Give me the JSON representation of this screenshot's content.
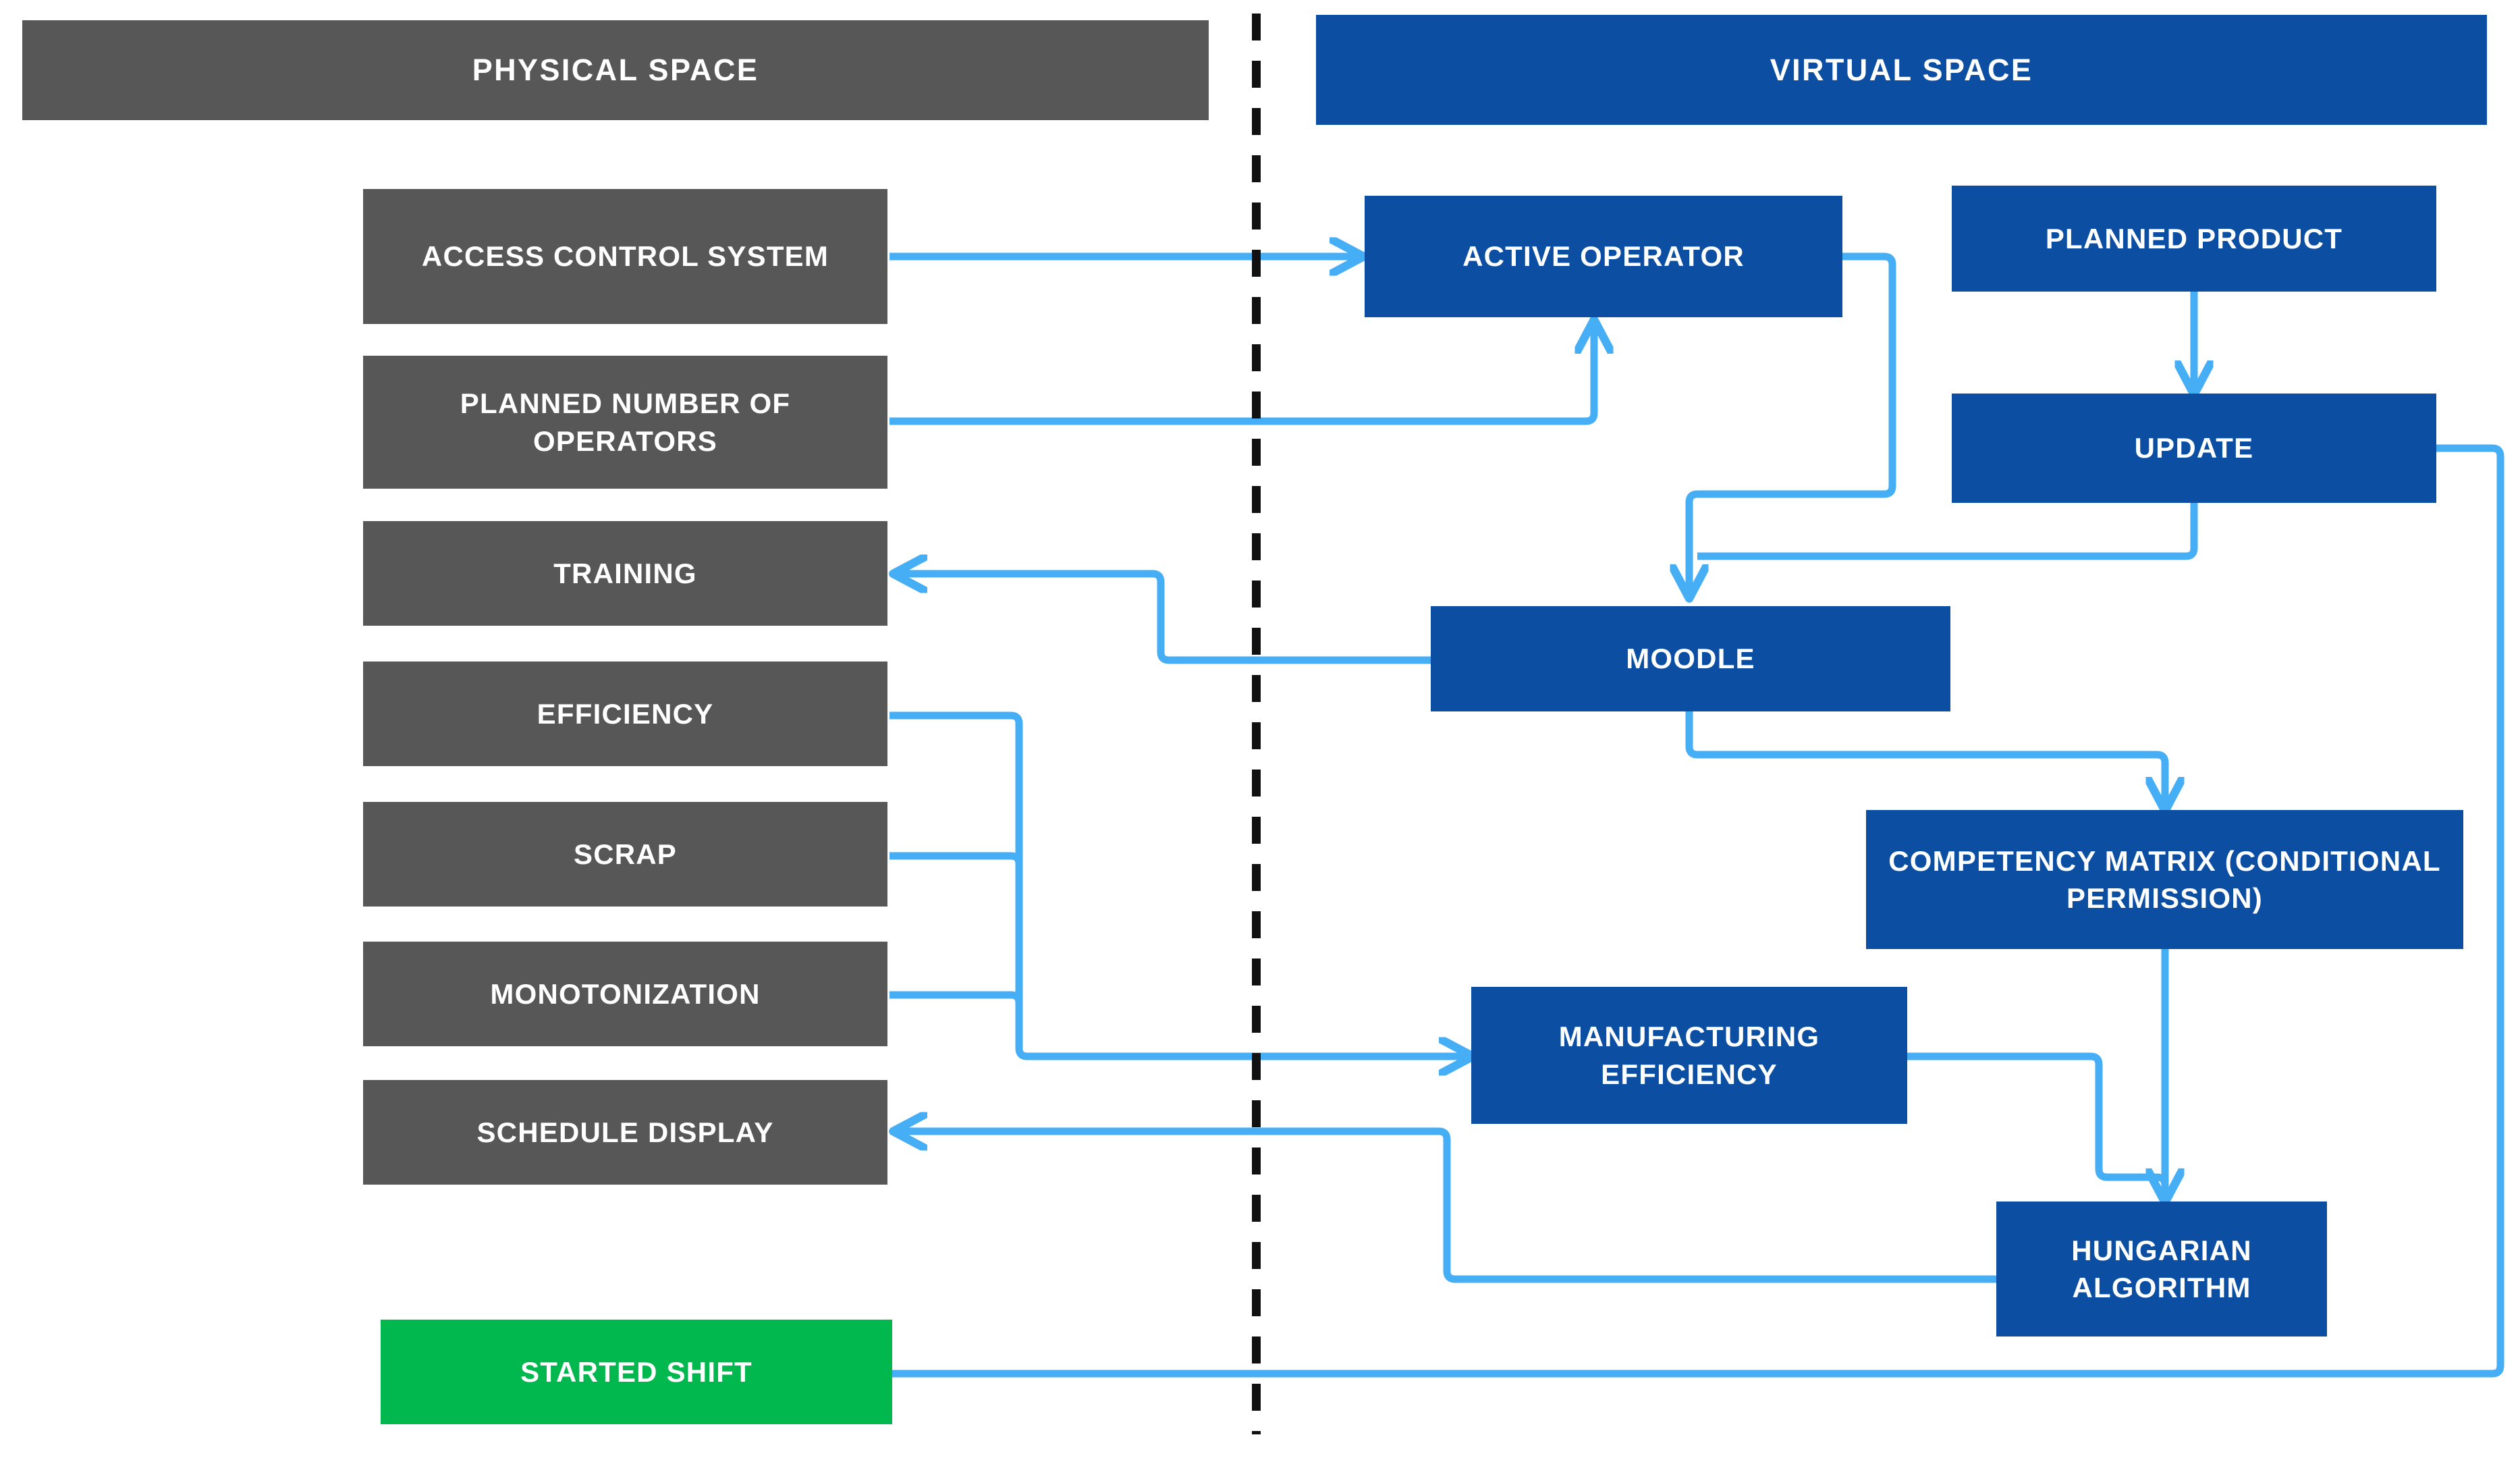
{
  "diagram": {
    "title_physical": "PHYSICAL SPACE",
    "title_virtual": "VIRTUAL SPACE",
    "colors": {
      "physical_fill": "#575757",
      "virtual_fill": "#0B4EA2",
      "started_shift_fill": "#00B84D",
      "connector": "#45AEF5",
      "divider": "#111111",
      "label_text": "#FFFFFF",
      "background": "#FFFFFF"
    },
    "physical_nodes": [
      {
        "id": "access-control-system",
        "label": "ACCESS CONTROL SYSTEM"
      },
      {
        "id": "planned-number-operators",
        "label": "PLANNED NUMBER OF OPERATORS"
      },
      {
        "id": "training",
        "label": "TRAINING"
      },
      {
        "id": "efficiency",
        "label": "EFFICIENCY"
      },
      {
        "id": "scrap",
        "label": "SCRAP"
      },
      {
        "id": "monotonization",
        "label": "MONOTONIZATION"
      },
      {
        "id": "schedule-display",
        "label": "SCHEDULE DISPLAY"
      },
      {
        "id": "started-shift",
        "label": "STARTED SHIFT"
      }
    ],
    "virtual_nodes": [
      {
        "id": "active-operator",
        "label": "ACTIVE OPERATOR"
      },
      {
        "id": "planned-product",
        "label": "PLANNED PRODUCT"
      },
      {
        "id": "update",
        "label": "UPDATE"
      },
      {
        "id": "moodle",
        "label": "MOODLE"
      },
      {
        "id": "competency-matrix",
        "label": "COMPETENCY MATRIX (CONDITIONAL PERMISSION)"
      },
      {
        "id": "manufacturing-efficiency",
        "label": "MANUFACTURING EFFICIENCY"
      },
      {
        "id": "hungarian-algorithm",
        "label": "HUNGARIAN ALGORITHM"
      }
    ],
    "connections": [
      {
        "from": "access-control-system",
        "to": "active-operator",
        "arrow": true
      },
      {
        "from": "planned-number-operators",
        "to": "active-operator",
        "arrow": true
      },
      {
        "from": "active-operator",
        "to": "moodle",
        "arrow": true
      },
      {
        "from": "planned-product",
        "to": "update",
        "arrow": true
      },
      {
        "from": "update",
        "to": "moodle",
        "arrow": true
      },
      {
        "from": "moodle",
        "to": "training",
        "arrow": true
      },
      {
        "from": "moodle",
        "to": "competency-matrix",
        "arrow": true
      },
      {
        "from": "efficiency",
        "to": "manufacturing-efficiency",
        "arrow": true
      },
      {
        "from": "scrap",
        "to": "manufacturing-efficiency",
        "arrow": true
      },
      {
        "from": "monotonization",
        "to": "manufacturing-efficiency",
        "arrow": true
      },
      {
        "from": "competency-matrix",
        "to": "hungarian-algorithm",
        "arrow": true
      },
      {
        "from": "manufacturing-efficiency",
        "to": "hungarian-algorithm",
        "arrow": true
      },
      {
        "from": "hungarian-algorithm",
        "to": "schedule-display",
        "arrow": true
      },
      {
        "from": "started-shift",
        "to": "update",
        "arrow": true
      }
    ]
  }
}
